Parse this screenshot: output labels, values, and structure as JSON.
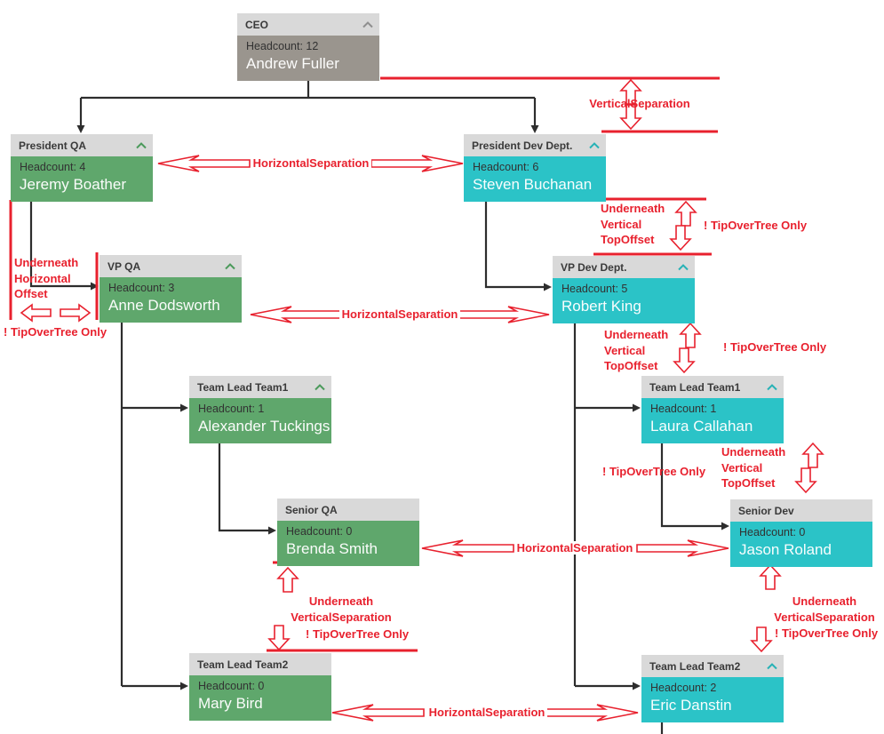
{
  "nodes": [
    {
      "title": "CEO",
      "headcount": "Headcount: 12",
      "name": "Andrew Fuller"
    },
    {
      "title": "President QA",
      "headcount": "Headcount: 4",
      "name": "Jeremy Boather"
    },
    {
      "title": "President Dev Dept.",
      "headcount": "Headcount: 6",
      "name": "Steven Buchanan"
    },
    {
      "title": "VP QA",
      "headcount": "Headcount: 3",
      "name": "Anne Dodsworth"
    },
    {
      "title": "VP Dev Dept.",
      "headcount": "Headcount: 5",
      "name": "Robert King"
    },
    {
      "title": "Team Lead Team1",
      "headcount": "Headcount: 1",
      "name": "Alexander Tuckings"
    },
    {
      "title": "Team Lead Team1",
      "headcount": "Headcount: 1",
      "name": "Laura Callahan"
    },
    {
      "title": "Senior QA",
      "headcount": "Headcount: 0",
      "name": "Brenda Smith"
    },
    {
      "title": "Senior Dev",
      "headcount": "Headcount: 0",
      "name": "Jason Roland"
    },
    {
      "title": "Team Lead Team2",
      "headcount": "Headcount: 0",
      "name": "Mary Bird"
    },
    {
      "title": "Team Lead Team2",
      "headcount": "Headcount: 2",
      "name": "Eric Danstin"
    }
  ],
  "labels": {
    "vertical_separation": "VerticalSeparation",
    "horizontal_separation": "HorizontalSeparation",
    "underneath": "Underneath",
    "vertical": "Vertical",
    "top_offset": "TopOffset",
    "horizontal": "Horizontal",
    "offset": "Offset",
    "tip_over_tree_only": "! TipOverTree Only"
  },
  "colors": {
    "green_branch": "#5fa76c",
    "teal_branch": "#2bc3c7",
    "root_gray": "#9a958e",
    "header_gray": "#d9d9d9",
    "annotation_red": "#e8212e",
    "connector_black": "#2d2d2d"
  }
}
